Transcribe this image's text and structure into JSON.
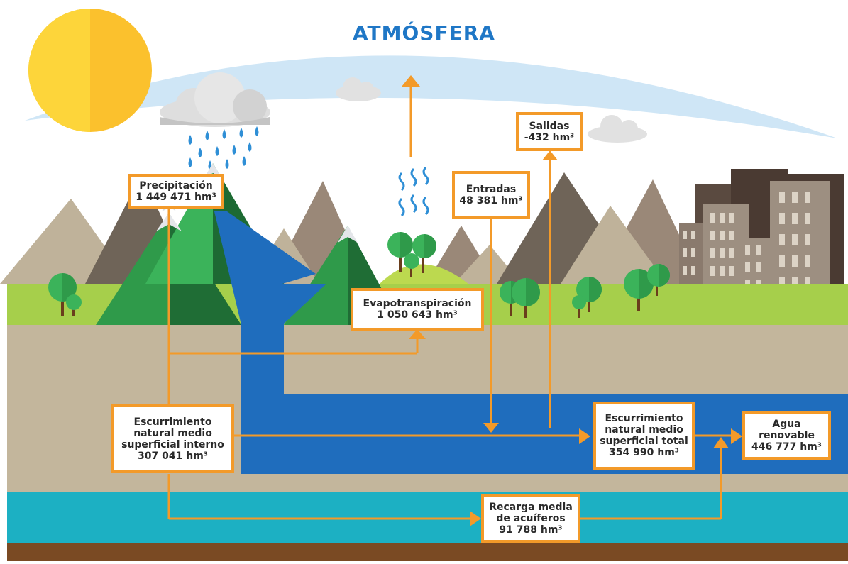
{
  "atmosphere_label": "ATMÓSFERA",
  "colors": {
    "arrow": "#f39a29",
    "water": "#1f6dbd",
    "aquifer": "#1cb0c3",
    "ground": "#c3b69c",
    "grass": "#a6cf4b",
    "soil": "#7a4a23",
    "sky_arc": "#cfe6f6",
    "sun": "#fbc12d",
    "atmosphere_text": "#1f77c6"
  },
  "boxes": {
    "precipitacion": {
      "line1": "Precipitación",
      "line2": "1 449 471 hm³"
    },
    "entradas": {
      "line1": "Entradas",
      "line2": "48 381 hm³"
    },
    "salidas": {
      "line1": "Salidas",
      "line2": "-432 hm³"
    },
    "evapotranspiracion": {
      "line1": "Evapotranspiración",
      "line2": "1 050 643 hm³"
    },
    "escurrimiento_interno": {
      "line1": "Escurrimiento",
      "line2": "natural medio",
      "line3": "superficial interno",
      "line4": "307 041 hm³"
    },
    "escurrimiento_total": {
      "line1": "Escurrimiento",
      "line2": "natural medio",
      "line3": "superficial total",
      "line4": "354 990 hm³"
    },
    "agua_renovable": {
      "line1": "Agua",
      "line2": "renovable",
      "line3": "446 777 hm³"
    },
    "recarga": {
      "line1": "Recarga media",
      "line2": "de acuíferos",
      "line3": "91 788 hm³"
    }
  }
}
